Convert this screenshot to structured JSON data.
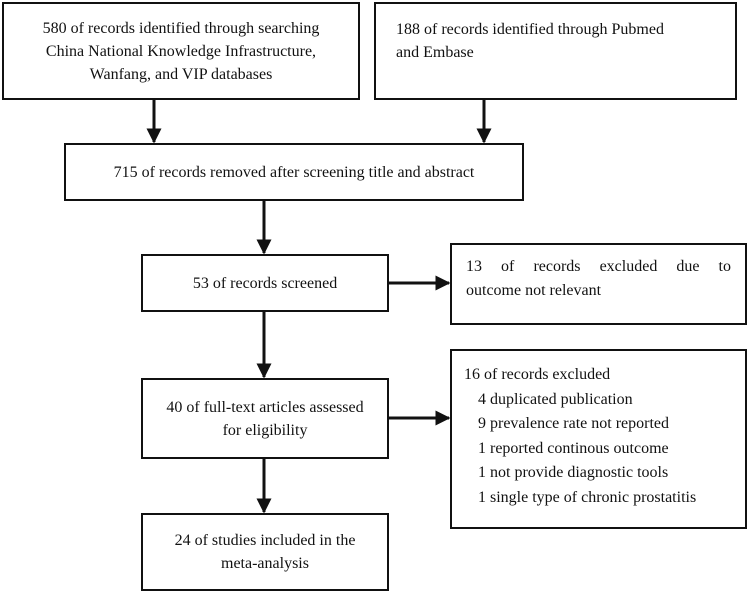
{
  "boxes": {
    "source_cnki": {
      "lines": [
        "580 of records identified through searching",
        "China National Knowledge Infrastructure,",
        "Wanfang, and VIP databases"
      ]
    },
    "source_pubmed": {
      "lines": [
        "188 of records identified through Pubmed",
        "and Embase"
      ]
    },
    "removed": {
      "text": "715 of records removed after screening title and abstract"
    },
    "screened": {
      "text": "53 of records screened"
    },
    "excluded_outcome": {
      "lines": [
        "13 of records excluded due to",
        "outcome not relevant"
      ]
    },
    "fulltext": {
      "lines": [
        "40 of full-text articles assessed",
        "for eligibility"
      ]
    },
    "excluded_fulltext": {
      "head": "16 of records excluded",
      "items": [
        "4 duplicated publication",
        "9 prevalence rate not reported",
        "1 reported continous outcome",
        "1 not provide diagnostic tools",
        "1 single type of chronic prostatitis"
      ]
    },
    "included": {
      "lines": [
        "24 of studies included in the",
        "meta-analysis"
      ]
    }
  }
}
